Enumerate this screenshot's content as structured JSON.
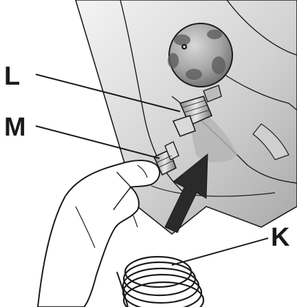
{
  "callouts": {
    "l": "L",
    "m": "M",
    "k": "K"
  },
  "colors": {
    "ink": "#1a1a1a",
    "panel_shade": "#bdbdbd",
    "panel_light": "#e6e6e6",
    "knob": "#9a9a9a"
  }
}
